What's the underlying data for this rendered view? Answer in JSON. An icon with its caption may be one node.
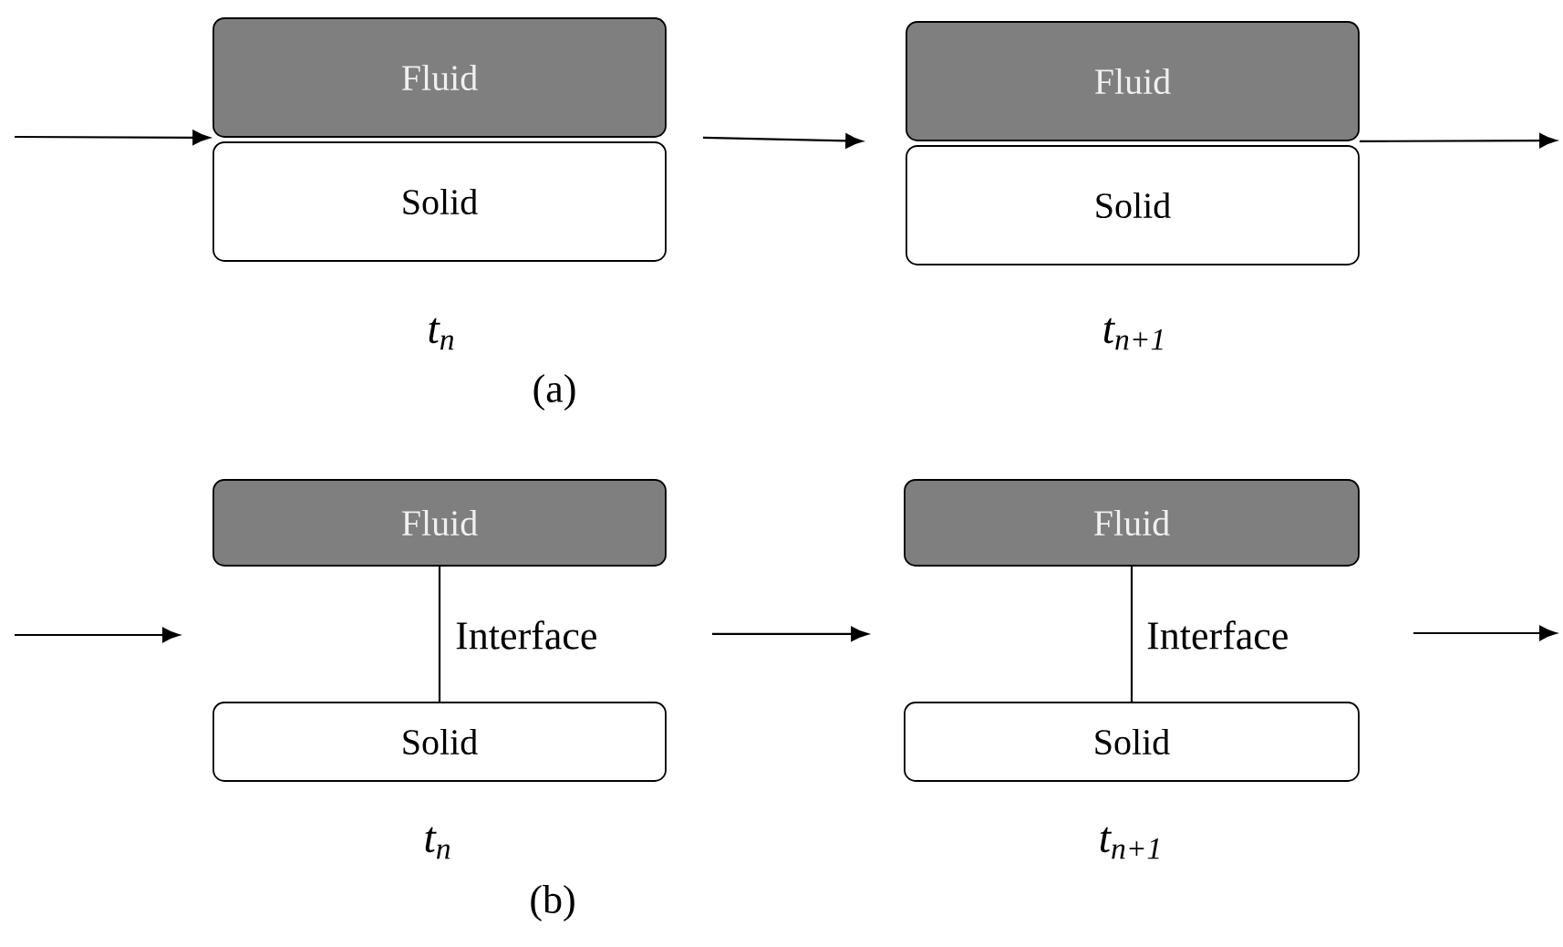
{
  "diagram": {
    "nodes": [
      {
        "text": [
          "Fluid"
        ]
      },
      {
        "text": [
          "Solid"
        ],
        "beside": [
          "t$_{n}$"
        ]
      },
      {
        "text": [
          "Fluid"
        ]
      },
      {
        "text": [
          "Solid"
        ],
        "beside": [
          "t$_{n+1}$"
        ]
      },
      {
        "text": [
          "Fluid"
        ]
      },
      {
        "text": [
          "Solid"
        ],
        "beside": [
          "t$_{n}$"
        ]
      },
      {
        "text": [
          "Fluid"
        ]
      },
      {
        "text": [
          "Solid"
        ],
        "beside": [
          "t$_{n+1}$"
        ]
      }
    ],
    "edges": [
      {
        "from": null,
        "to": 0,
        "arrow": "to"
      },
      {
        "from": 0,
        "to": 2,
        "arrow": "to"
      },
      {
        "from": 2,
        "to": null,
        "arrow": "to"
      },
      {
        "from": 4,
        "to": 5,
        "arrow": "none",
        "label": "Interface"
      },
      {
        "from": 4,
        "to": 6,
        "arrow": "to"
      },
      {
        "from": 6,
        "to": 7,
        "arrow": "none",
        "label": "Interface"
      }
    ],
    "labels": [
      "(a)",
      "(b)"
    ]
  }
}
